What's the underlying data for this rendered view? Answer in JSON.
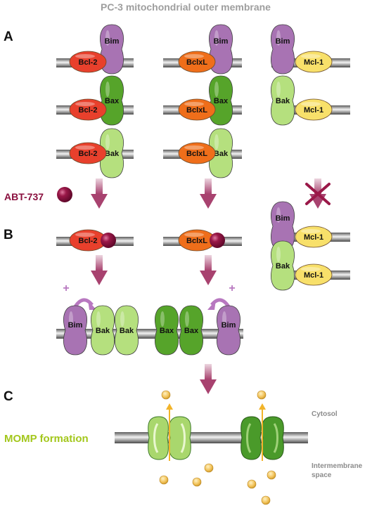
{
  "title": "PC-3 mitochondrial outer membrane",
  "panels": {
    "a": "A",
    "b": "B",
    "c": "C"
  },
  "proteins": {
    "bim": "Bim",
    "bax": "Bax",
    "bak": "Bak",
    "bcl2": "Bcl-2",
    "bclxl": "BclxL",
    "mcl1": "Mcl-1"
  },
  "drug_label": "ABT-737",
  "plus_sign": "+",
  "momp_label": "MOMP formation",
  "cytosol_label": "Cytosol",
  "intermembrane_label": "Intermembrane space",
  "colors": {
    "title": "#9e9e9e",
    "bcl2": "#e8402c",
    "bclxl": "#ef6e1a",
    "mcl1": "#f8e06a",
    "bim": "#a873b3",
    "bax": "#56a42a",
    "bak": "#b5e07e",
    "drug": "#8a0f3e",
    "arrow": "#b04a78",
    "momp": "#a3c71c",
    "cytochrome": "#f0c45a"
  }
}
